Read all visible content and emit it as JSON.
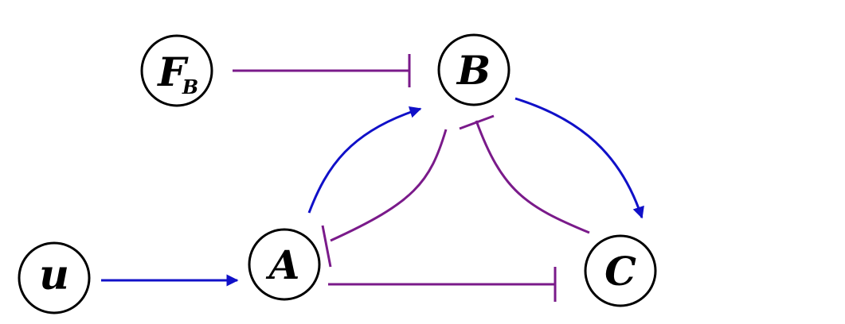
{
  "nodes": {
    "fb": {
      "label": "F",
      "subscript": "B"
    },
    "b": {
      "label": "B"
    },
    "a": {
      "label": "A"
    },
    "c": {
      "label": "C"
    },
    "u": {
      "label": "u"
    }
  },
  "edges": [
    {
      "from": "u",
      "to": "A",
      "type": "activation"
    },
    {
      "from": "A",
      "to": "B",
      "type": "activation"
    },
    {
      "from": "B",
      "to": "C",
      "type": "activation"
    },
    {
      "from": "F_B",
      "to": "B",
      "type": "inhibition"
    },
    {
      "from": "B",
      "to": "A",
      "type": "inhibition"
    },
    {
      "from": "C",
      "to": "B",
      "type": "inhibition"
    },
    {
      "from": "A",
      "to": "C",
      "type": "inhibition"
    }
  ],
  "colors": {
    "activation": "#1010c8",
    "inhibition": "#7a1a8a",
    "node_stroke": "#000000",
    "background": "#ffffff"
  }
}
